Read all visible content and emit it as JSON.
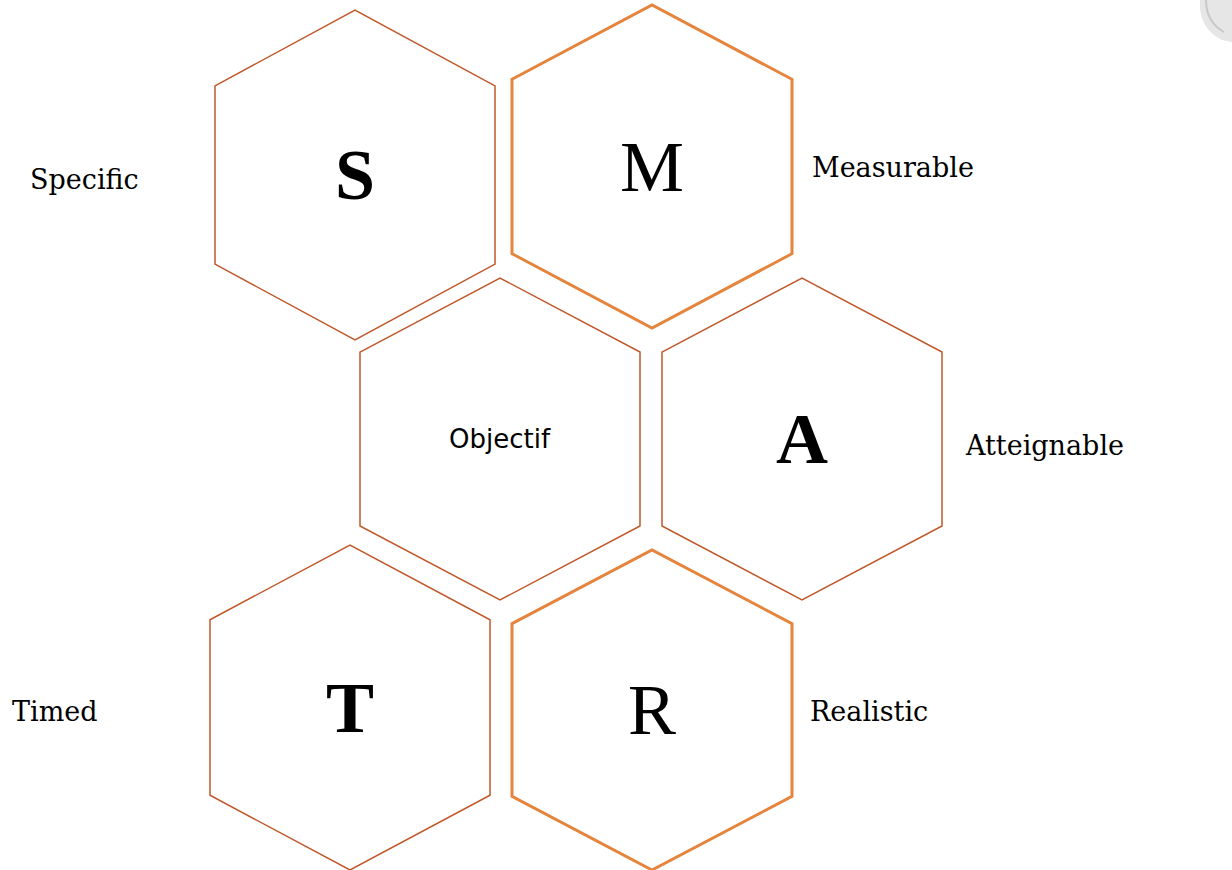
{
  "diagram": {
    "nodes": [
      {
        "text": [
          "S",
          "Specific"
        ]
      },
      {
        "text": [
          "M",
          "Measurable"
        ]
      },
      {
        "text": [
          "Objectif"
        ]
      },
      {
        "text": [
          "A",
          "Atteignable"
        ]
      },
      {
        "text": [
          "T",
          "Timed"
        ]
      },
      {
        "text": [
          "R",
          "Realistic"
        ]
      }
    ]
  }
}
